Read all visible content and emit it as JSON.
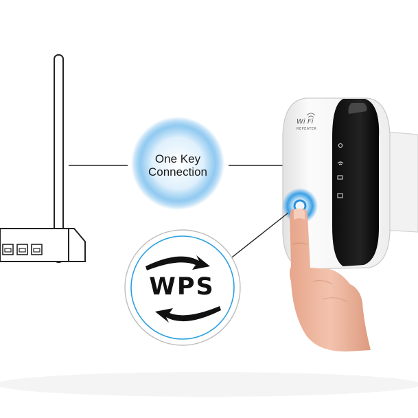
{
  "connection_label": {
    "line1": "One Key",
    "line2": "Connection"
  },
  "wps_badge": {
    "text": "WPS"
  },
  "repeater_brand": {
    "wifi_text": "Wi Fi",
    "subtitle": "REPEATER"
  },
  "colors": {
    "glow_blue": "#3aa0e6",
    "device_white": "#f4f4f4",
    "device_black": "#111111",
    "line_dark": "#222222"
  }
}
